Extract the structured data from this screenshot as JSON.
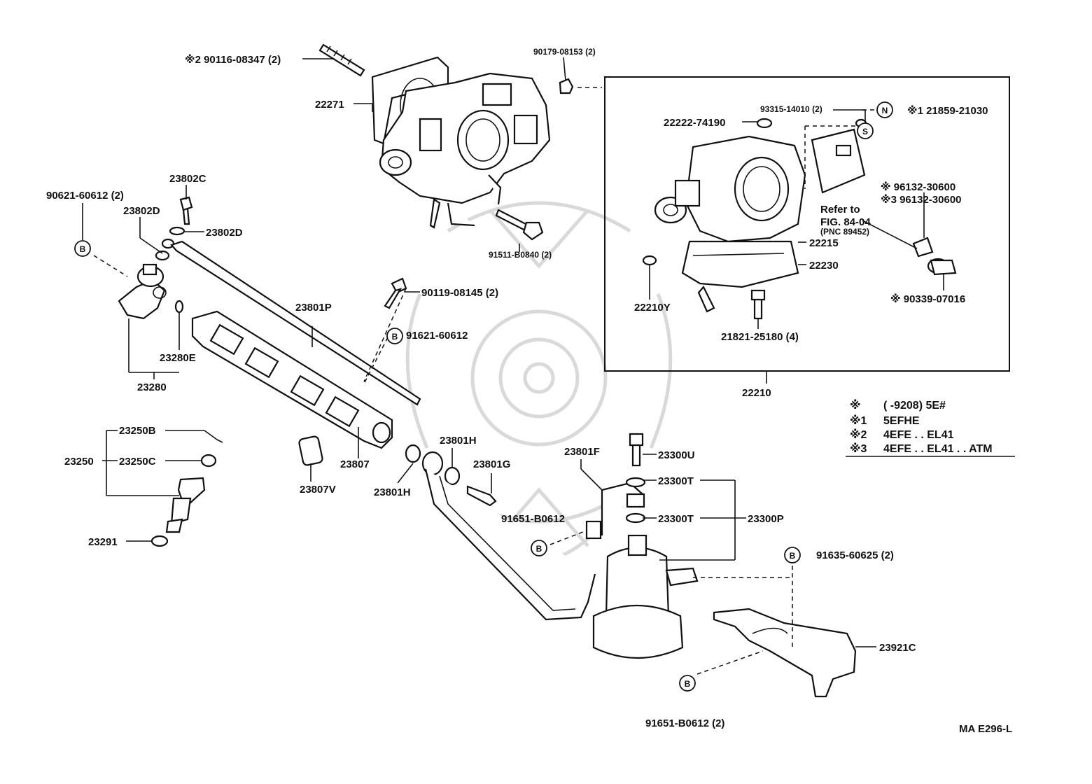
{
  "labels": {
    "p90116": "※2 90116-08347 (2)",
    "p90179": "90179-08153 (2)",
    "p22271": "22271",
    "p23802C": "23802C",
    "p90621": "90621-60612 (2)",
    "p23802D_a": "23802D",
    "p23802D_b": "23802D",
    "p91511": "91511-B0840 (2)",
    "p90119": "90119-08145 (2)",
    "p23801P": "23801P",
    "p91621": "91621-60612",
    "p23280E": "23280E",
    "p23280": "23280",
    "p23250B": "23250B",
    "p23250": "23250",
    "p23250C": "23250C",
    "p23807": "23807",
    "p23807V": "23807V",
    "p23801H_a": "23801H",
    "p23801H_b": "23801H",
    "p23801G": "23801G",
    "p23801F": "23801F",
    "p23300U": "23300U",
    "p23300T_a": "23300T",
    "p23300T_b": "23300T",
    "p23300P": "23300P",
    "p91651_a": "91651-B0612",
    "p23291": "23291",
    "p91635": "91635-60625 (2)",
    "p23921C": "23921C",
    "p91651_b": "91651-B0612 (2)",
    "p93315": "93315-14010 (2)",
    "p21859": "※1 21859-21030",
    "p22222": "22222-74190",
    "p96132_a": "※ 96132-30600",
    "p96132_b": "※3 96132-30600",
    "refer1": "Refer to",
    "refer2": "FIG. 84-04",
    "refer3": "(PNC 89452)",
    "p22215": "22215",
    "p22230": "22230",
    "p22210Y": "22210Y",
    "p90339": "※ 90339-07016",
    "p21821": "21821-25180 (4)",
    "p22210": "22210"
  },
  "circles": {
    "B": "B",
    "N": "N",
    "S": "S"
  },
  "legend": {
    "rows": [
      {
        "mark": "※",
        "text": "(        -9208) 5E#"
      },
      {
        "mark": "※1",
        "text": "5EFHE"
      },
      {
        "mark": "※2",
        "text": "4EFE . . EL41"
      },
      {
        "mark": "※3",
        "text": "4EFE . . EL41 . . ATM"
      }
    ]
  },
  "code": "MA E296-L"
}
